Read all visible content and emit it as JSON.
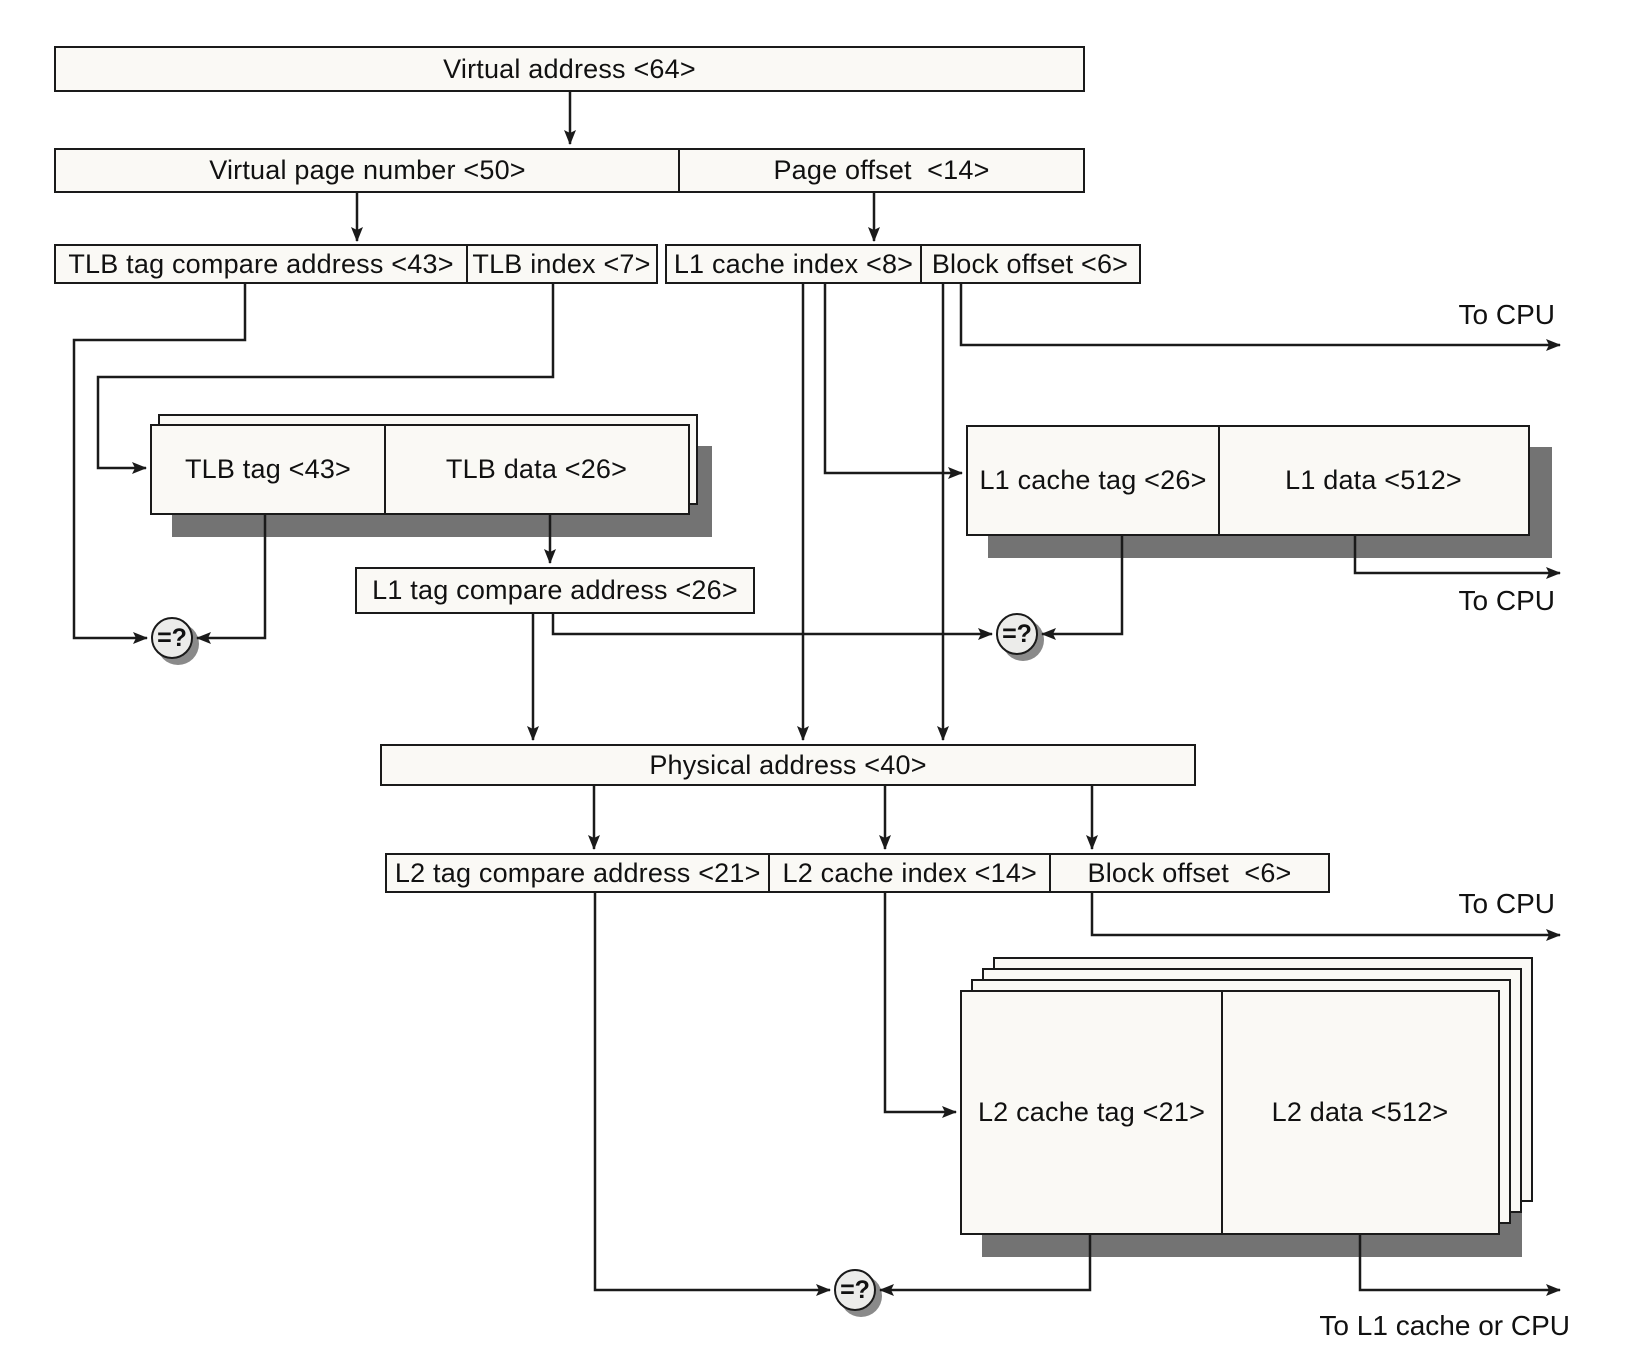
{
  "diagram": {
    "type": "memory-hierarchy-address-translation-flow",
    "address_rows": {
      "virtual_address": "Virtual address <64>",
      "virtual_page_number": "Virtual page number <50>",
      "page_offset": "Page offset  <14>",
      "tlb_tag_compare_address": "TLB tag compare address <43>",
      "tlb_index": "TLB index <7>",
      "l1_cache_index": "L1 cache index <8>",
      "block_offset_l1": "Block offset <6>",
      "physical_address": "Physical address <40>",
      "l2_tag_compare_address": "L2 tag compare address <21>",
      "l2_cache_index": "L2 cache index <14>",
      "block_offset_l2": "Block offset  <6>"
    },
    "memories": {
      "tlb_tag": "TLB tag <43>",
      "tlb_data": "TLB data <26>",
      "l1_tag_compare_address": "L1 tag compare address <26>",
      "l1_cache_tag": "L1 cache tag <26>",
      "l1_data": "L1 data <512>",
      "l2_cache_tag": "L2 cache tag <21>",
      "l2_data": "L2 data <512>"
    },
    "comparators": {
      "equals": "=?"
    },
    "annotations": {
      "to_cpu": "To CPU",
      "to_l1_cache_or_cpu": "To L1 cache or CPU"
    },
    "colors": {
      "box_fill": "#faf9f5",
      "line": "#1a1a1a",
      "shadow_gray": "#737373",
      "comparator_fill": "#ececea",
      "background": "#ffffff"
    }
  }
}
